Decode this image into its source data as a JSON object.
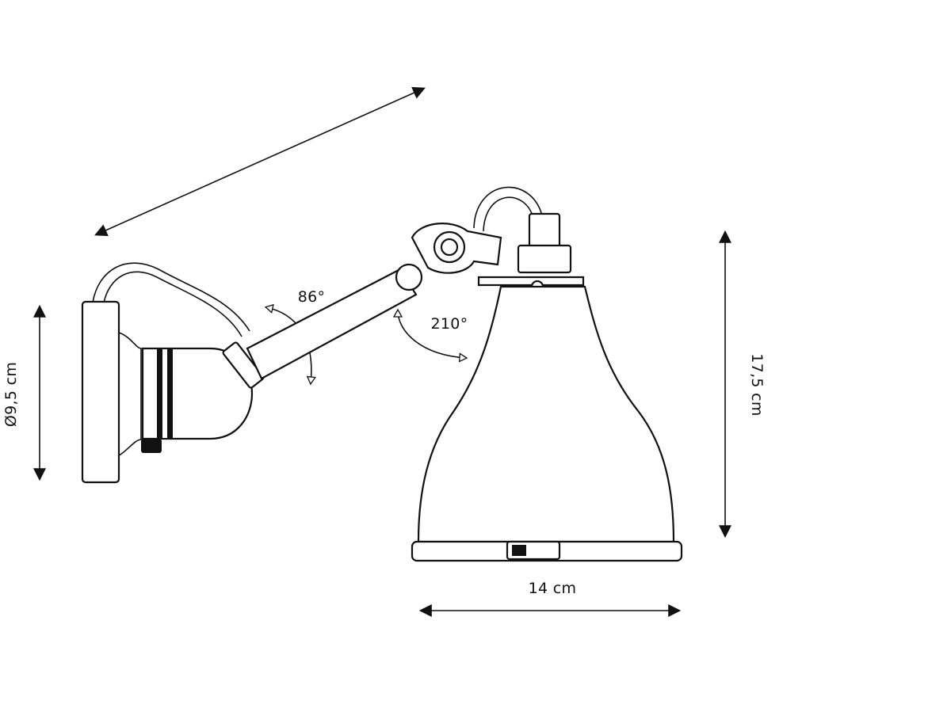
{
  "dimensions": {
    "height_label": "17,5 cm",
    "width_label": "14 cm",
    "base_diameter_label": "Ø9,5 cm"
  },
  "angles": {
    "arm_angle_label": "86°",
    "shade_angle_label": "210°"
  },
  "colors": {
    "line": "#111111",
    "background": "#ffffff"
  }
}
